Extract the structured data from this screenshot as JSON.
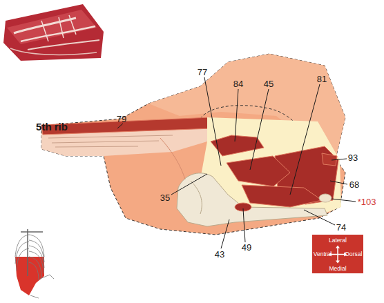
{
  "diagram": {
    "nodes": [
      {
        "text": [
          "Lateral",
          "Ventral",
          "Dorsal",
          "Medial"
        ]
      }
    ],
    "labels": [
      "5th rib",
      "79",
      "77",
      "84",
      "45",
      "81",
      "93",
      "68",
      "*103",
      "74",
      "49",
      "43",
      "35"
    ]
  }
}
